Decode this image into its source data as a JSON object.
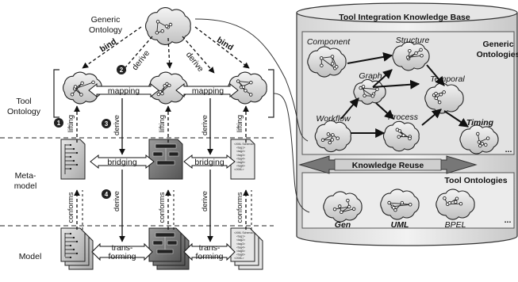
{
  "left": {
    "generic_ontology": [
      "Generic",
      "Ontology"
    ],
    "tool_ontology": [
      "Tool",
      "Ontology"
    ],
    "meta_model": [
      "Meta-",
      "model"
    ],
    "model": "Model",
    "bind": "bind",
    "derive": "derive",
    "mapping": "mapping",
    "bridging": "bridging",
    "transforming": [
      "trans-",
      "forming"
    ],
    "lifting": "lifting",
    "conforms": "conforms",
    "steps": [
      "1",
      "2",
      "3",
      "4"
    ]
  },
  "right": {
    "title": "Tool Integration Knowledge Base",
    "generic_ontologies": [
      "Generic",
      "Ontologies"
    ],
    "clouds": {
      "component": "Component",
      "structure": "Structure",
      "graph": "Graph",
      "temporal": "Temporal",
      "workflow": "Workflow",
      "process": "Process",
      "timing": "Timing"
    },
    "ellipsis": "...",
    "knowledge_reuse": "Knowledge Reuse",
    "tool_ontologies": "Tool Ontologies",
    "tools": [
      "Gen",
      "UML",
      "BPEL"
    ]
  },
  "xml_lines": [
    "<XML Schema>",
    "<tag1>",
    "<tag2>",
    "<tag3>",
    "<tag4>",
    "<tag5>",
    "<tag6>",
    "</XML>"
  ]
}
